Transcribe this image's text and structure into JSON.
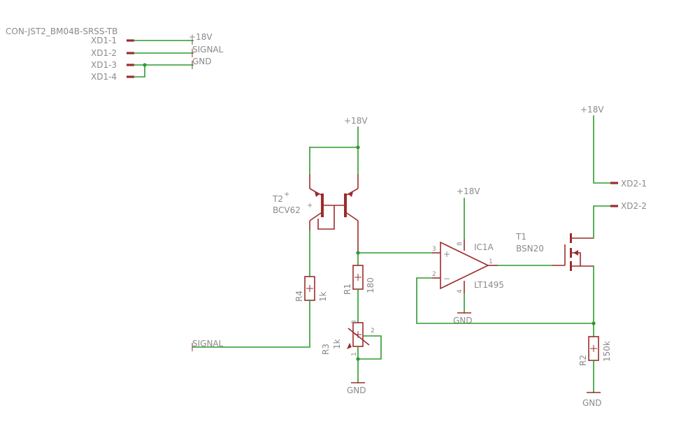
{
  "connector": {
    "title": "CON-JST2_BM04B-SRSS-TB",
    "pins": [
      "XD1-1",
      "XD1-2",
      "XD1-3",
      "XD1-4"
    ],
    "nets": [
      "+18V",
      "SIGNAL",
      "GND"
    ]
  },
  "supply": {
    "vcc_label": "+18V",
    "gnd_label": "GND"
  },
  "transistor_pair": {
    "ref": "T2",
    "value": "BCV62"
  },
  "r1": {
    "ref": "R1",
    "value": "180"
  },
  "r4": {
    "ref": "R4",
    "value": "1k"
  },
  "r3": {
    "ref": "R3",
    "value": "1k",
    "pins": [
      "3",
      "2",
      "1"
    ]
  },
  "r2": {
    "ref": "R2",
    "value": "150k"
  },
  "opamp": {
    "ref": "IC1A",
    "value": "LT1495",
    "pins": [
      "3",
      "2",
      "8",
      "4",
      "1"
    ],
    "plus": "+",
    "minus": "−"
  },
  "mosfet": {
    "ref": "T1",
    "value": "BSN20"
  },
  "output_connector": {
    "pins": [
      "XD2-1",
      "XD2-2"
    ]
  },
  "signal_label": "SIGNAL"
}
